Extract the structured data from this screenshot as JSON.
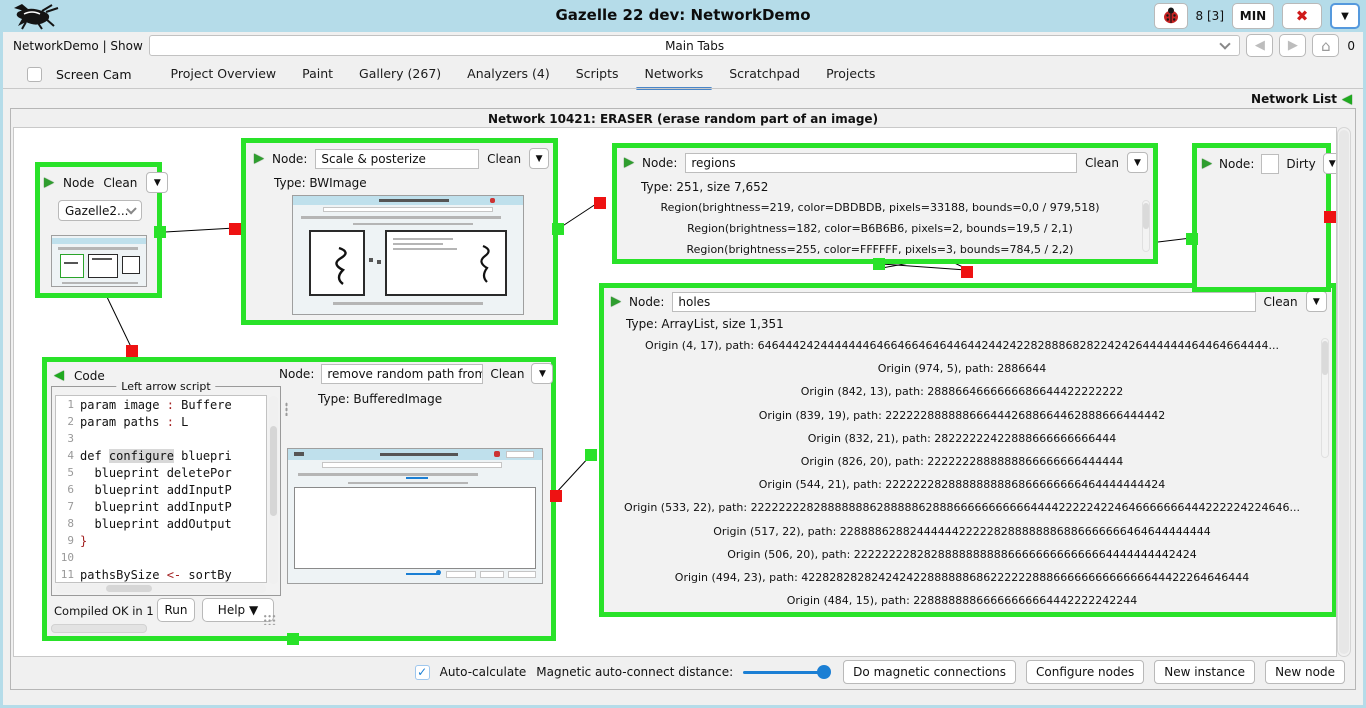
{
  "icons": {
    "dropdown": "▼",
    "play": "▶",
    "collapse_left": "◀",
    "back": "◀",
    "forward": "▶",
    "home": "⌂",
    "close": "✖",
    "check": "✓"
  },
  "titlebar": {
    "title": "Gazelle 22 dev: NetworkDemo",
    "session_badge": "8 [3]",
    "min_label": "MIN"
  },
  "navbar": {
    "context_label": "NetworkDemo | Show",
    "main_combo_value": "Main Tabs",
    "history_count": "0"
  },
  "tabbar": {
    "screen_cam_label": "Screen Cam",
    "tabs": [
      "Project Overview",
      "Paint",
      "Gallery (267)",
      "Analyzers (4)",
      "Scripts",
      "Networks",
      "Scratchpad",
      "Projects"
    ],
    "active_tab": "Networks"
  },
  "network_list_label": "Network List",
  "network_panel": {
    "title": "Network 10421: ERASER (erase random part of an image)"
  },
  "nodes": {
    "instance": {
      "node_label": "Node",
      "clean_label": "Clean",
      "combo_value": "Gazelle2..."
    },
    "scale": {
      "node_label": "Node:",
      "name_value": "Scale & posterize",
      "clean_label": "Clean",
      "type_label": "Type: BWImage"
    },
    "regions": {
      "node_label": "Node:",
      "name_value": "regions",
      "clean_label": "Clean",
      "type_label": "Type: 251, size 7,652",
      "rows": [
        "Region(brightness=219, color=DBDBDB, pixels=33188, bounds=0,0 / 979,518)",
        "Region(brightness=182, color=B6B6B6, pixels=2, bounds=19,5 / 2,1)",
        "Region(brightness=255, color=FFFFFF, pixels=3, bounds=784,5 / 2,2)"
      ]
    },
    "dirty": {
      "node_label": "Node:",
      "name_value": "",
      "status_label": "Dirty"
    },
    "holes": {
      "node_label": "Node:",
      "name_value": "holes",
      "clean_label": "Clean",
      "type_label": "Type: ArrayList, size 1,351",
      "rows": [
        "Origin (4, 17), path: 6464442424444444646646646464464424424228288868282242426444444464464664444...",
        "Origin (974, 5), path: 2886644",
        "Origin (842, 13), path: 2888664666666686644422222222",
        "Origin (839, 19), path: 2222228888886664442688664462888666444442",
        "Origin (832, 21), path: 28222222422888666666666444",
        "Origin (826, 20), path: 2222222888888866666666444444",
        "Origin (544, 21), path: 2222222828888888886866666666464444444424",
        "Origin (533, 22), path: 22222222828888888628888862888666666666664444222224224646666666444222224224646...",
        "Origin (517, 22), path: 22888862882444444222228288888886886666666464644444444",
        "Origin (506, 20), path: 2222222282828888888888666666666666664444444442424",
        "Origin (494, 23), path: 4228282828242424228888886862222228886666666666666644422264646444",
        "Origin (484, 15), path: 22888888866666666664442222242244"
      ]
    },
    "code": {
      "header_label": "Code",
      "node_label": "Node:",
      "name_value": "remove random path from ima",
      "clean_label": "Clean",
      "type_label": "Type: BufferedImage",
      "group_title": "Left arrow script",
      "code_lines": [
        {
          "n": "1",
          "segs": [
            [
              "param image ",
              ""
            ],
            [
              ":",
              "red"
            ],
            [
              " Buffere",
              ""
            ]
          ]
        },
        {
          "n": "2",
          "segs": [
            [
              "param paths ",
              ""
            ],
            [
              ":",
              "red"
            ],
            [
              " L",
              ""
            ]
          ]
        },
        {
          "n": "3",
          "segs": []
        },
        {
          "n": "4",
          "segs": [
            [
              "def ",
              ""
            ],
            [
              "configure",
              "hl"
            ],
            [
              " bluepri",
              ""
            ]
          ]
        },
        {
          "n": "5",
          "segs": [
            [
              "  blueprint deletePor",
              ""
            ]
          ]
        },
        {
          "n": "6",
          "segs": [
            [
              "  blueprint addInputP",
              ""
            ]
          ]
        },
        {
          "n": "7",
          "segs": [
            [
              "  blueprint addInputP",
              ""
            ]
          ]
        },
        {
          "n": "8",
          "segs": [
            [
              "  blueprint addOutput",
              ""
            ]
          ]
        },
        {
          "n": "9",
          "segs": [
            [
              "}",
              "red"
            ]
          ]
        },
        {
          "n": "10",
          "segs": []
        },
        {
          "n": "11",
          "segs": [
            [
              "pathsBySize ",
              ""
            ],
            [
              "<-",
              "red"
            ],
            [
              " sortBy",
              ""
            ]
          ]
        }
      ],
      "status_label": "Compiled OK in 1",
      "run_label": "Run",
      "help_label": "Help ▼"
    }
  },
  "bottom_bar": {
    "auto_calculate_label": "Auto-calculate",
    "magnetic_label": "Magnetic auto-connect distance:",
    "do_magnetic_label": "Do magnetic connections",
    "configure_label": "Configure nodes",
    "new_instance_label": "New instance",
    "new_node_label": "New node"
  },
  "colors": {
    "node_border_green": "#29e229",
    "connector_red": "#ee1212",
    "accent_blue": "#1b7fd4",
    "tab_underline_blue": "#4a86c8",
    "chrome_blue": "#b5dce9"
  }
}
